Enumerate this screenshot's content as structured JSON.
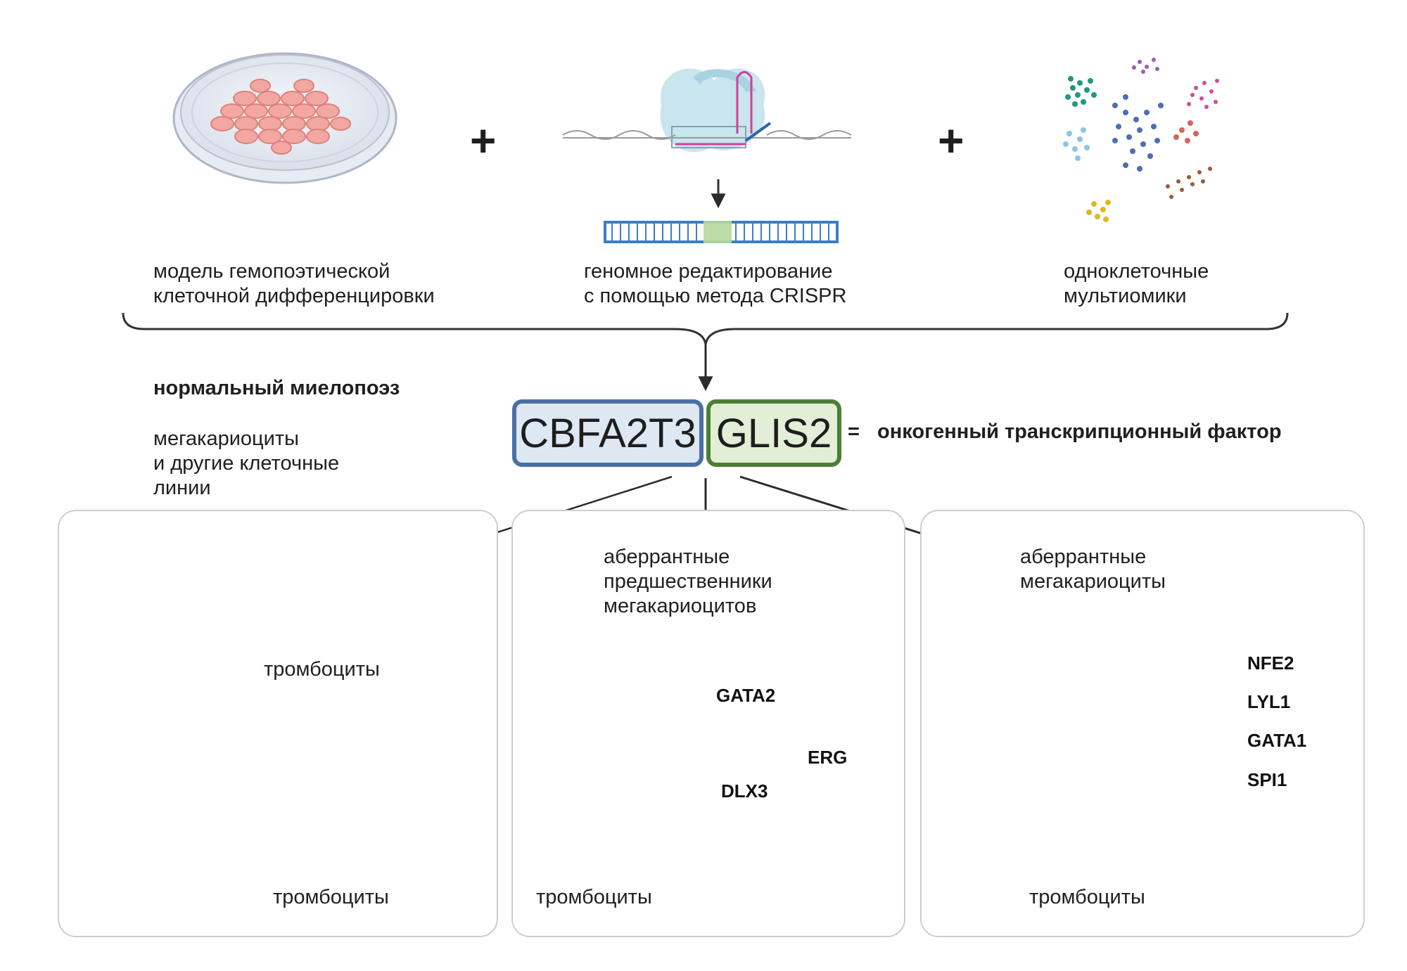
{
  "top": {
    "item1": {
      "line1": "модель гемопоэтической",
      "line2": "клеточной дифференцировки",
      "icon": "petri-dish-icon"
    },
    "item2": {
      "line1": "геномное редактирование",
      "line2": "с помощью метода CRISPR",
      "icon": "crispr-cas9-icon"
    },
    "item3": {
      "line1": "одноклеточные",
      "line2": "мультиомики",
      "icon": "single-cell-clusters-icon"
    },
    "plus": "+"
  },
  "fusion": {
    "left_gene": "CBFA2T3",
    "right_gene": "GLIS2",
    "equals": "=",
    "description": "онкогенный транскрипционный фактор",
    "colors": {
      "left_border": "#4a6fa5",
      "left_fill": "#dde8f3",
      "right_border": "#4b7f35",
      "right_fill": "#e2efd6"
    }
  },
  "left_labels": {
    "heading": "нормальный миелопоэз",
    "line1": "мегакариоциты",
    "line2": "и другие клеточные",
    "line3": "линии"
  },
  "panel1": {
    "mid_label": "тромбоциты",
    "bottom_label": "тромбоциты"
  },
  "panel2": {
    "line1": "аберрантные",
    "line2": "предшественники",
    "line3": "мегакариоцитов",
    "network_genes": [
      "GATA2",
      "ERG",
      "DLX3"
    ],
    "bottom_label": "тромбоциты"
  },
  "panel3": {
    "line1": "аберрантные",
    "line2": "мегакариоциты",
    "inhibited_genes": [
      "NFE2",
      "LYL1",
      "GATA1",
      "SPI1"
    ],
    "bottom_label": "тромбоциты"
  }
}
